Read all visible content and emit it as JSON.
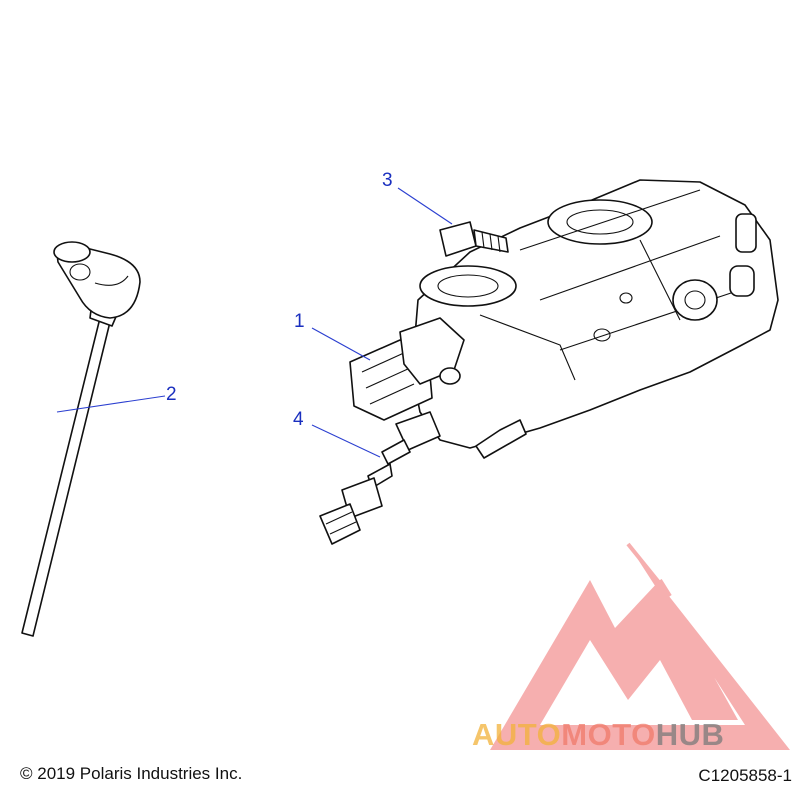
{
  "callouts": [
    {
      "id": "1",
      "label": "1"
    },
    {
      "id": "2",
      "label": "2"
    },
    {
      "id": "3",
      "label": "3"
    },
    {
      "id": "4",
      "label": "4"
    }
  ],
  "footer": {
    "copyright": "© 2019 Polaris Industries Inc.",
    "drawing_code": "C1205858-1"
  },
  "watermark": {
    "segments": [
      "AUTO",
      "MOTO",
      "HUB"
    ],
    "colors": {
      "auto": "#f2b23a",
      "moto": "#f07a6a",
      "hub": "#7a7a7a",
      "logo": "#ef6f6f"
    }
  },
  "colors": {
    "callout_text": "#1a2fbf",
    "leader": "#2b3fd0",
    "line_art": "#111111"
  }
}
